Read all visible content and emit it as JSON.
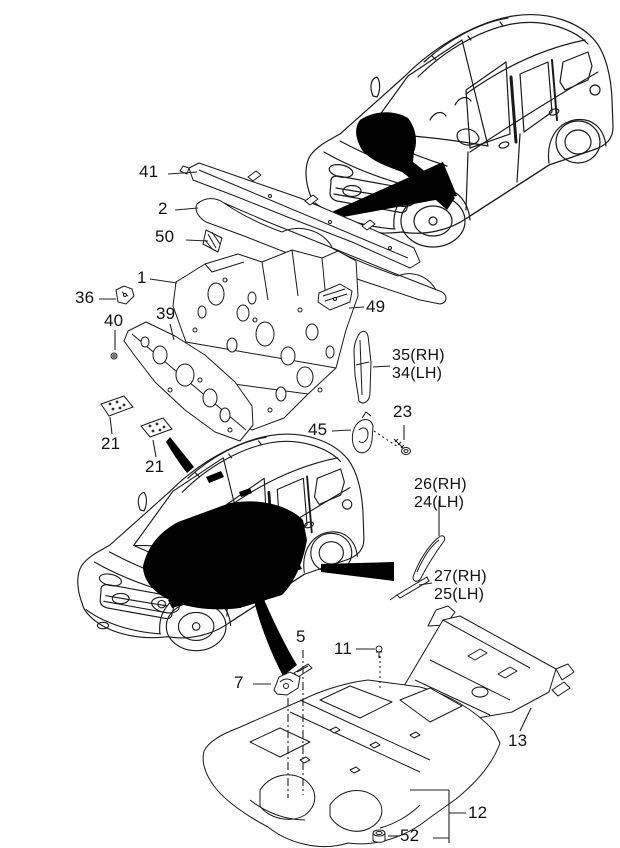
{
  "figure": {
    "kind": "exploded-parts-diagram",
    "description": "SUV isolation pad and floor covering exploded view with numbered callouts",
    "colors": {
      "background": "#ffffff",
      "line": "#1a1a1a",
      "highlight": "#000000"
    }
  },
  "callouts": {
    "c41": {
      "label": "41"
    },
    "c2": {
      "label": "2"
    },
    "c50": {
      "label": "50"
    },
    "c1": {
      "label": "1"
    },
    "c36": {
      "label": "36"
    },
    "c40": {
      "label": "40"
    },
    "c39": {
      "label": "39"
    },
    "c49": {
      "label": "49"
    },
    "c35": {
      "label": "35(RH)"
    },
    "c34": {
      "label": "34(LH)"
    },
    "c21a": {
      "label": "21"
    },
    "c21b": {
      "label": "21"
    },
    "c45": {
      "label": "45"
    },
    "c23": {
      "label": "23"
    },
    "c26": {
      "label": "26(RH)"
    },
    "c24": {
      "label": "24(LH)"
    },
    "c27": {
      "label": "27(RH)"
    },
    "c25": {
      "label": "25(LH)"
    },
    "c5": {
      "label": "5"
    },
    "c11": {
      "label": "11"
    },
    "c7": {
      "label": "7"
    },
    "c13": {
      "label": "13"
    },
    "c12": {
      "label": "12"
    },
    "c52": {
      "label": "52"
    }
  }
}
